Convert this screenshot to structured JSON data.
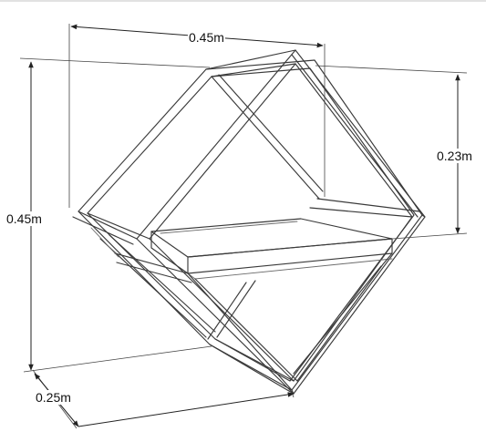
{
  "dimensions": {
    "top_width": "0.45m",
    "left_height": "0.45m",
    "right_height": "0.23m",
    "depth": "0.25m"
  },
  "colors": {
    "line": "#3a3a3a",
    "background": "#ffffff"
  }
}
